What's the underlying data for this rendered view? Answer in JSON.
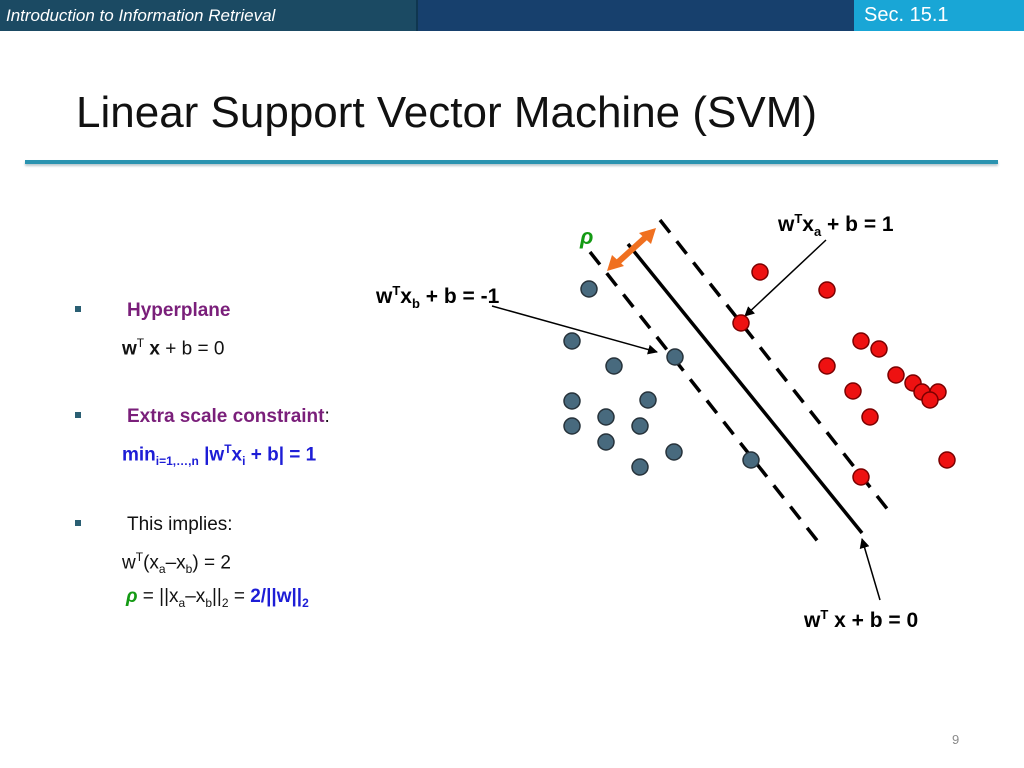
{
  "header": {
    "course_title": "Introduction to Information Retrieval",
    "section": "Sec. 15.1"
  },
  "slide": {
    "title": "Linear Support Vector Machine (SVM)",
    "page_number": "9"
  },
  "bullets": {
    "hyperplane_label": "Hyperplane",
    "hyperplane_eq_w": "w",
    "hyperplane_eq_sup": "T",
    "hyperplane_eq_x": "x",
    "hyperplane_eq_rest": "+ b = 0",
    "constraint_label": "Extra scale constraint",
    "constraint_colon": ":",
    "constraint_min": "min",
    "constraint_sub": "i=1,…,n",
    "constraint_body_1": "|w",
    "constraint_body_sup": "T",
    "constraint_body_2": "x",
    "constraint_body_sub": "i",
    "constraint_body_3": " + b| = 1",
    "implies_label": "This implies:",
    "implies_eq_1": "w",
    "implies_eq_sup": "T",
    "implies_eq_2": "(x",
    "implies_eq_sub_a": "a",
    "implies_eq_3": "–x",
    "implies_eq_sub_b": "b",
    "implies_eq_4": ") = 2",
    "rho": "ρ",
    "rho_eq_1": "= ||x",
    "rho_eq_sub_a": "a",
    "rho_eq_2": "–x",
    "rho_eq_sub_b": "b",
    "rho_eq_3": "||",
    "rho_eq_sub_2": "2",
    "rho_eq_4": "=",
    "rho_eq_result": "2/||w||",
    "rho_eq_result_sub": "2"
  },
  "diagram": {
    "margin_label": "ρ",
    "label_pos_1": "w",
    "label_pos_sup": "T",
    "label_pos_2": "x",
    "label_pos_sub": "a",
    "label_pos_3": " + b = 1",
    "label_neg_1": "w",
    "label_neg_sup": "T",
    "label_neg_2": "x",
    "label_neg_sub": "b",
    "label_neg_3": " + b = -1",
    "label_hyper_1": "w",
    "label_hyper_sup": "T",
    "label_hyper_2": " x + b = 0",
    "colors": {
      "negative_point": "#486a7e",
      "positive_point": "#ee1111",
      "margin_arrow": "#f07020",
      "rho": "#149a14"
    }
  }
}
